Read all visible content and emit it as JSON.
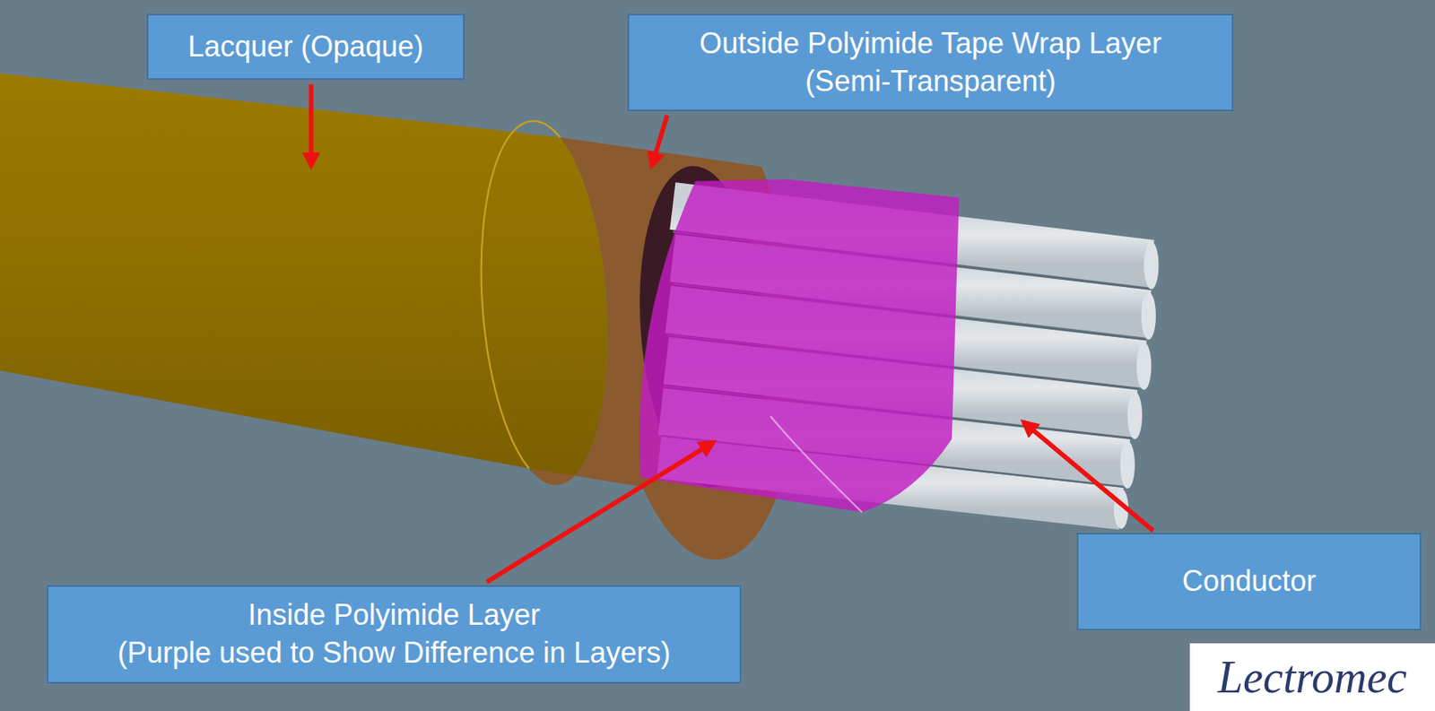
{
  "diagram": {
    "nodes": [
      {
        "text": [
          "Lacquer (Opaque)"
        ]
      },
      {
        "text": [
          "Outside Polyimide Tape Wrap Layer",
          "(Semi-Transparent)"
        ]
      },
      {
        "text": [
          "Conductor"
        ]
      },
      {
        "text": [
          "Inside Polyimide Layer",
          "(Purple used to Show Difference in Layers)"
        ]
      },
      {
        "text": [
          "Lectromec"
        ]
      }
    ]
  }
}
